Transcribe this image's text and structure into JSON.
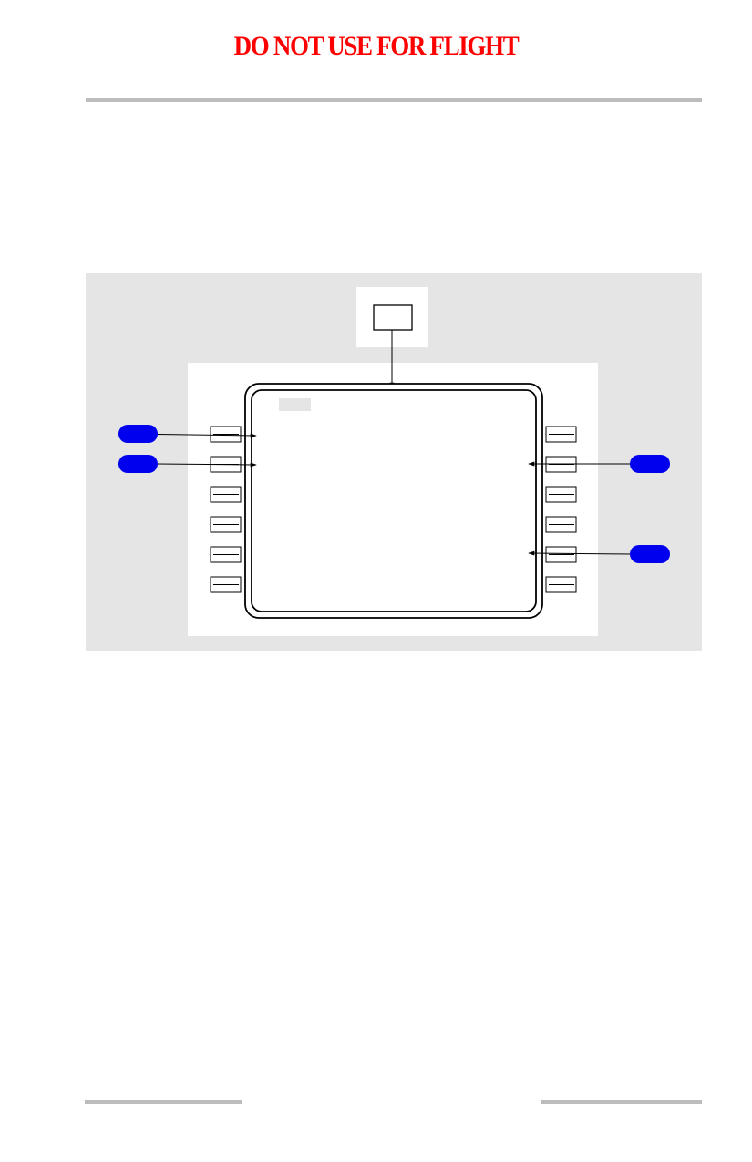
{
  "header": {
    "banner_text": "DO NOT USE FOR FLIGHT",
    "banner_color": "#ff0000"
  },
  "colors": {
    "figure_background": "#e5e5e5",
    "callout_fill": "#0000ee",
    "line": "#000000",
    "rule": "#bcbcbc"
  },
  "figure": {
    "left_line_select_keys": 6,
    "right_line_select_keys": 6,
    "left_callouts_on_keys": [
      1,
      2
    ],
    "right_callouts_on_keys": [
      2,
      5
    ]
  }
}
